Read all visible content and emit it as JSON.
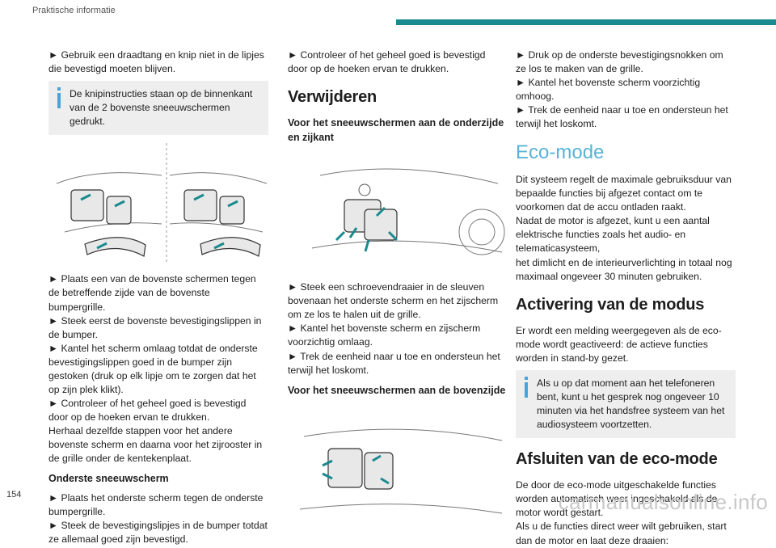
{
  "header": {
    "section": "Praktische informatie"
  },
  "colors": {
    "accent": "#1a8a8e",
    "info_icon": "#4aa3d8",
    "eco_title": "#5ab3d6"
  },
  "col1": {
    "step1": "► Gebruik een draadtang en knip niet in de lipjes die bevestigd moeten blijven.",
    "note": "De knipinstructies staan op de binnenkant van de 2 bovenste sneeuwschermen gedrukt.",
    "steps": [
      "► Plaats een van de bovenste schermen tegen de betreffende zijde van de bovenste bumpergrille.",
      "► Steek eerst de bovenste bevestigingslippen in de bumper.",
      "► Kantel het scherm omlaag totdat de onderste bevestigingslippen goed in de bumper zijn gestoken (druk op elk lipje om te zorgen dat het op zijn plek klikt).",
      "► Controleer of het geheel goed is bevestigd door op de hoeken ervan te drukken.",
      "Herhaal dezelfde stappen voor het andere bovenste scherm en daarna voor het zijrooster in de grille onder de kentekenplaat."
    ],
    "subhead": "Onderste sneeuwscherm",
    "steps2": [
      "► Plaats het onderste scherm tegen de onderste bumpergrille.",
      "► Steek de bevestigingslipjes in de bumper totdat ze allemaal goed zijn bevestigd."
    ]
  },
  "col2": {
    "step1": "► Controleer of het geheel goed is bevestigd door op de hoeken ervan te drukken.",
    "title": "Verwijderen",
    "subhead1": "Voor het sneeuwschermen aan de onderzijde en zijkant",
    "steps": [
      "► Steek een schroevendraaier in de sleuven bovenaan het onderste scherm en het zijscherm om ze los te halen uit de grille.",
      "► Kantel het bovenste scherm en zijscherm voorzichtig omlaag.",
      "► Trek de eenheid naar u toe en ondersteun het terwijl het loskomt."
    ],
    "subhead2": "Voor het sneeuwschermen aan de bovenzijde"
  },
  "col3": {
    "steps": [
      "► Druk op de onderste bevestigingsnokken om ze los te maken van de grille.",
      "► Kantel het bovenste scherm voorzichtig omhoog.",
      "► Trek de eenheid naar u toe en ondersteun het terwijl het loskomt."
    ],
    "eco_title": "Eco-mode",
    "eco_p1": "Dit systeem regelt de maximale gebruiksduur van bepaalde functies bij afgezet contact om te voorkomen dat de accu ontladen raakt.",
    "eco_p2": "Nadat de motor is afgezet, kunt u een aantal elektrische functies zoals het audio- en telematicasysteem,",
    "eco_p3": "het dimlicht en de interieurverlichting in totaal nog maximaal ongeveer 30 minuten gebruiken.",
    "activ_title": "Activering van de modus",
    "activ_p": "Er wordt een melding weergegeven als de eco-mode wordt geactiveerd: de actieve functies worden in stand-by gezet.",
    "note": "Als u op dat moment aan het telefoneren bent, kunt u het gesprek nog ongeveer 10 minuten via het handsfree systeem van het audiosysteem voortzetten.",
    "exit_title": "Afsluiten van de eco-mode",
    "exit_p1": "De door de eco-mode uitgeschakelde functies worden automatisch weer ingeschakeld als de motor wordt gestart.",
    "exit_p2": "Als u de functies direct weer wilt gebruiken, start dan de motor en laat deze draaien:"
  },
  "footer": {
    "page_number": "154",
    "watermark": "carmanualsonline.info"
  }
}
